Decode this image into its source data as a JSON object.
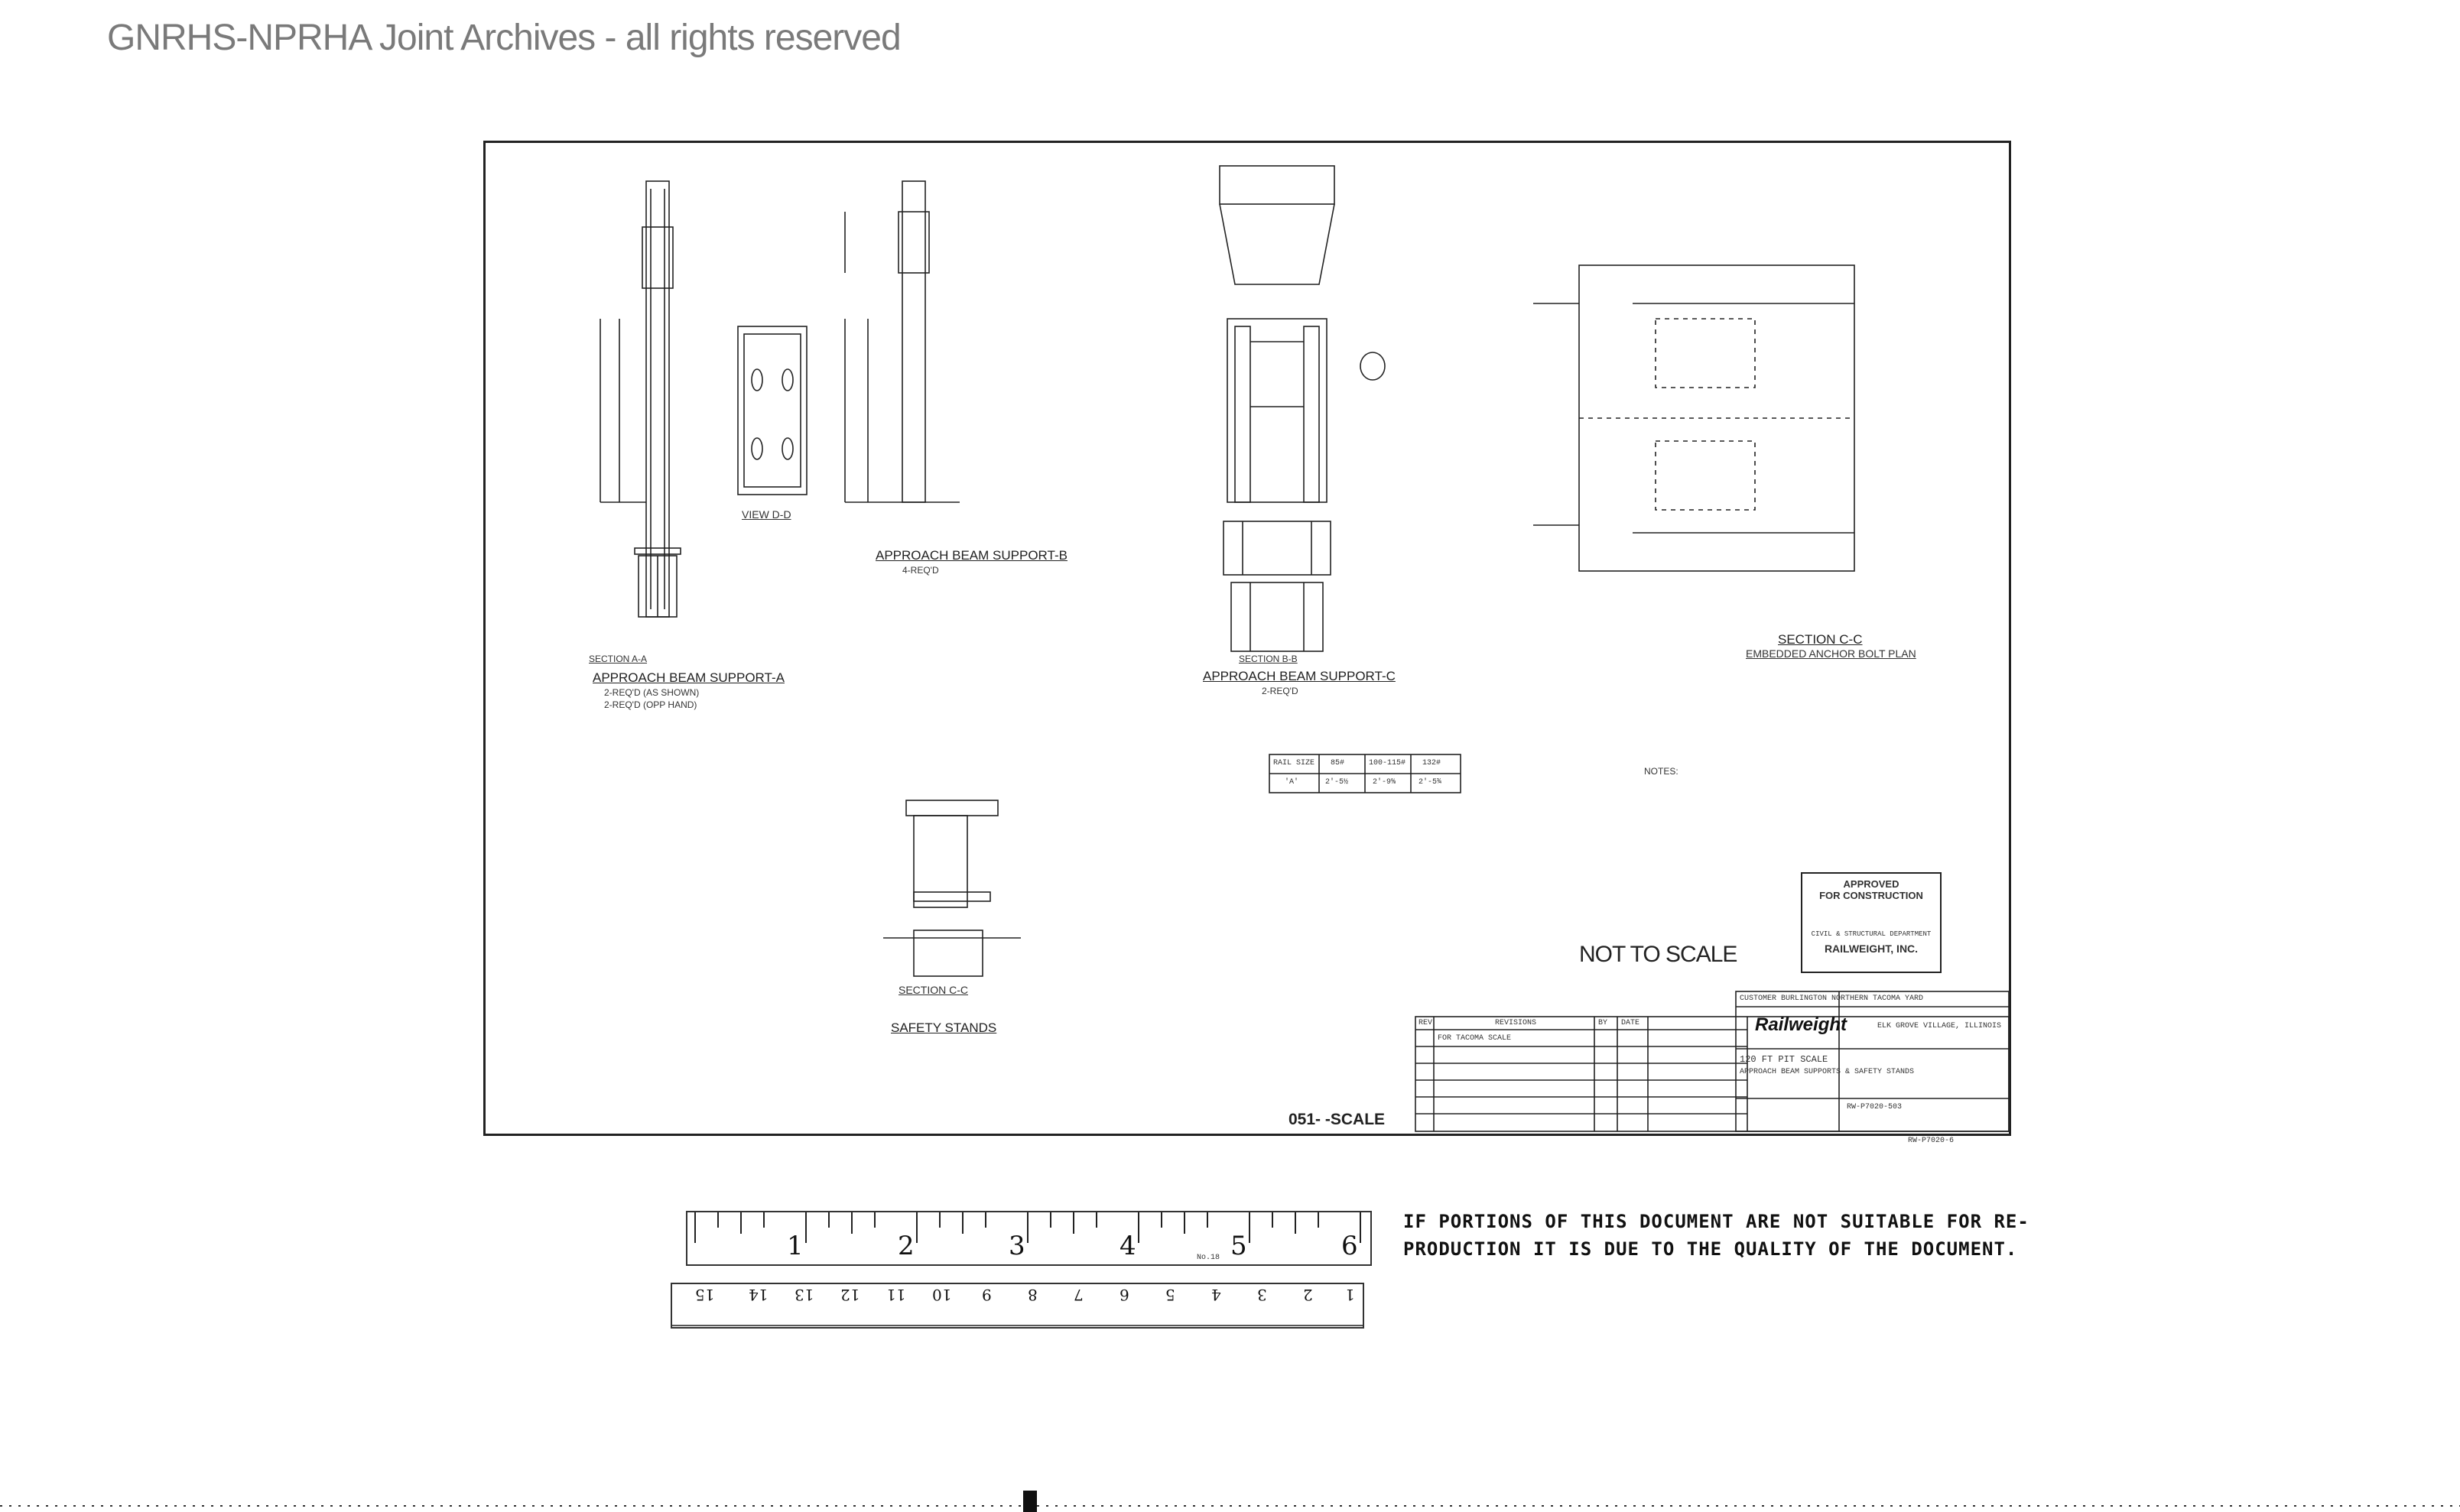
{
  "watermark": "GNRHS-NPRHA Joint Archives - all rights reserved",
  "drawing": {
    "labels": {
      "support_a": "APPROACH BEAM SUPPORT-A",
      "support_a_sub1": "2-REQ'D (AS SHOWN)",
      "support_a_sub2": "2-REQ'D (OPP HAND)",
      "section_aa": "SECTION A-A",
      "view_dd": "VIEW D-D",
      "support_b": "APPROACH BEAM SUPPORT-B",
      "support_b_sub": "4-REQ'D",
      "support_c": "APPROACH BEAM SUPPORT-C",
      "support_c_sub": "2-REQ'D",
      "section_bb": "SECTION B-B",
      "section_cc": "SECTION C-C",
      "embedded_plan": "EMBEDDED ANCHOR BOLT PLAN",
      "section_cc_small": "SECTION C-C",
      "safety_stands": "SAFETY STANDS",
      "not_to_scale": "NOT TO SCALE",
      "scale_mark": "051-   -SCALE",
      "notes_title": "NOTES:"
    },
    "rail_table": {
      "headers": [
        "RAIL SIZE",
        "85#",
        "100-115#",
        "132#"
      ],
      "values": [
        "'A'",
        "2'-5½",
        "2'-9⅝",
        "2'-5¾"
      ]
    },
    "stamp": {
      "line1": "APPROVED",
      "line2": "FOR CONSTRUCTION",
      "dept": "CIVIL & STRUCTURAL DEPARTMENT",
      "company": "RAILWEIGHT, INC."
    },
    "title_block": {
      "customer": "CUSTOMER BURLINGTON NORTHERN TACOMA YARD",
      "brand": "Railweight",
      "location": "ELK GROVE VILLAGE, ILLINOIS",
      "revisions_header": "REVISIONS",
      "rev_col": "REV",
      "by_col": "BY",
      "date_col": "DATE",
      "rev1": "FOR TACOMA SCALE",
      "title1": "120 FT PIT SCALE",
      "title2": "APPROACH BEAM SUPPORTS & SAFETY STANDS",
      "dwg_no": "RW-P7020-503",
      "sheet_ref": "RW-P7020-6"
    }
  },
  "notice": {
    "line1": "IF PORTIONS OF THIS DOCUMENT ARE NOT SUITABLE FOR RE-",
    "line2": "PRODUCTION IT IS DUE TO THE QUALITY OF THE DOCUMENT."
  },
  "ruler": {
    "inches": [
      "1",
      "2",
      "3",
      "4",
      "5",
      "6"
    ],
    "cm": [
      "1",
      "2",
      "3",
      "4",
      "5",
      "6",
      "7",
      "8",
      "9",
      "10",
      "11",
      "12",
      "13",
      "14",
      "15"
    ],
    "model": "No.18"
  }
}
